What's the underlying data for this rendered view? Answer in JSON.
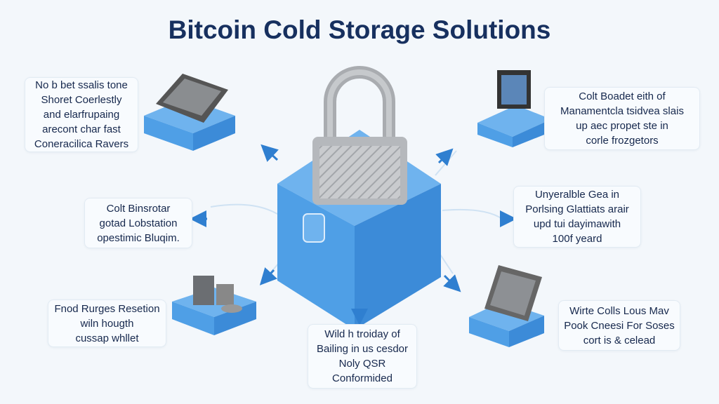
{
  "title": "Bitcoin Cold Storage Solutions",
  "cards": [
    {
      "lines": [
        "No b bet ssalis tone",
        "Shoret Coerlestly",
        "and elarfrupaing",
        "arecont char fast",
        "Coneracilica Ravers"
      ]
    },
    {
      "lines": [
        "Colt Boadet eith of",
        "Manamentcla tsidvea slais",
        "up aec propet ste in",
        "corle frozgetors"
      ]
    },
    {
      "lines": [
        "Colt Binsrotar",
        "gotad Lobstation",
        "opestimic Bluqim."
      ]
    },
    {
      "lines": [
        "Unyeralble Gea in",
        "Porlsing Glattiats arair",
        "upd tui dayimawith",
        "100f yeard"
      ]
    },
    {
      "lines": [
        "Fnod Rurges Resetion",
        "wiln hougth",
        "cussap whllet"
      ]
    },
    {
      "lines": [
        "Wild h troiday of",
        "Bailing in us cesdor",
        "Noly QSR",
        "Conformided"
      ]
    },
    {
      "lines": [
        "Wirte Colls Lous Mav",
        "Pook Cneesi For Soses",
        "cort is & celead"
      ]
    }
  ],
  "colors": {
    "accent": "#2f86d8",
    "cube_top": "#6fb3ee",
    "cube_left": "#4f9fe6",
    "cube_right": "#3c8bd8",
    "title": "#17305f",
    "lock": "#a9acb0"
  }
}
